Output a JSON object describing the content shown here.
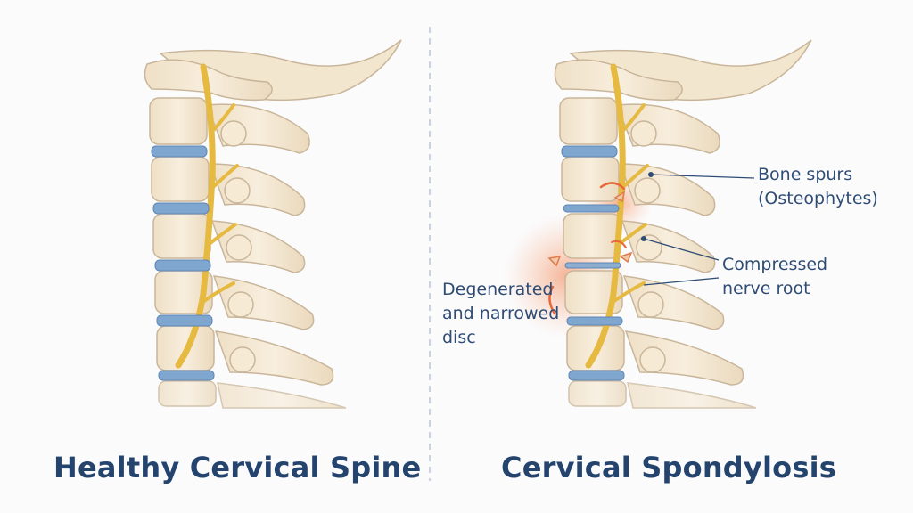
{
  "panels": {
    "left": {
      "title": "Healthy Cervical Spine"
    },
    "right": {
      "title": "Cervical Spondylosis"
    }
  },
  "annotations": {
    "bone_spurs": {
      "line1": "Bone spurs",
      "line2": "(Osteophytes)"
    },
    "nerve_root": {
      "line1": "Compressed",
      "line2": "nerve root"
    },
    "disc": {
      "line1": "Degenerated",
      "line2": "and narrowed",
      "line3": "disc"
    }
  },
  "colors": {
    "bone": "#f3e6cf",
    "bone_outline": "#c9b69a",
    "disc": "#7fa6cf",
    "nerve": "#e6b941",
    "inflammation": "#e8673a",
    "title": "#24446e",
    "label": "#2f4c74"
  }
}
